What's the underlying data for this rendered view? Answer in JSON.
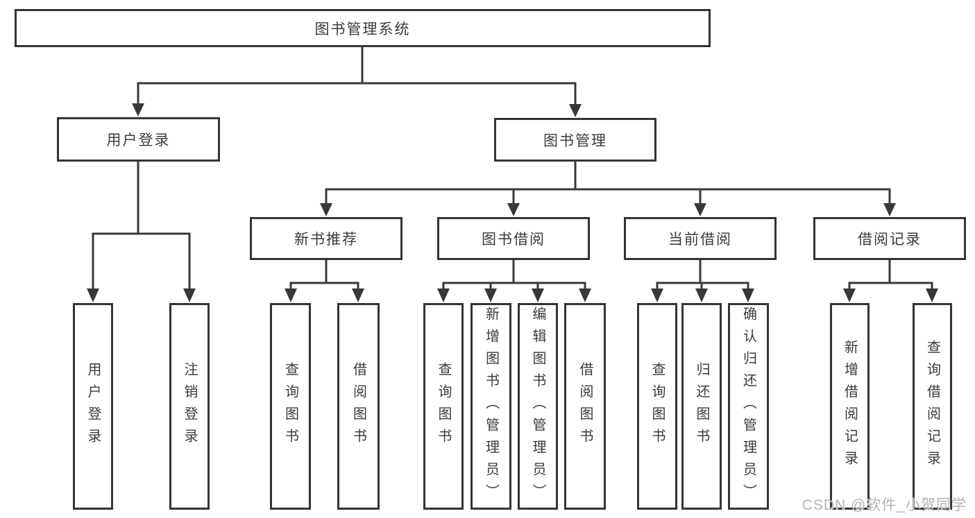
{
  "colors": {
    "line": "#383838",
    "border": "#333333",
    "text": "#3b3b3b",
    "background": "#ffffff",
    "watermark": "#b2b2b2"
  },
  "watermark": "CSDN @软件_小贺同学",
  "tree": {
    "root": {
      "label": "图书管理系统",
      "children": [
        {
          "label": "用户登录",
          "children": [
            {
              "label": "用户登录"
            },
            {
              "label": "注销登录"
            }
          ]
        },
        {
          "label": "图书管理",
          "children": [
            {
              "label": "新书推荐",
              "children": [
                {
                  "label": "查询图书"
                },
                {
                  "label": "借阅图书"
                }
              ]
            },
            {
              "label": "图书借阅",
              "children": [
                {
                  "label": "查询图书"
                },
                {
                  "label": "新增图书（管理员）"
                },
                {
                  "label": "编辑图书（管理员）"
                },
                {
                  "label": "借阅图书"
                }
              ]
            },
            {
              "label": "当前借阅",
              "children": [
                {
                  "label": "查询图书"
                },
                {
                  "label": "归还图书"
                },
                {
                  "label": "确认归还（管理员）"
                }
              ]
            },
            {
              "label": "借阅记录",
              "children": [
                {
                  "label": "新增借阅记录"
                },
                {
                  "label": "查询借阅记录"
                }
              ]
            }
          ]
        }
      ]
    }
  }
}
